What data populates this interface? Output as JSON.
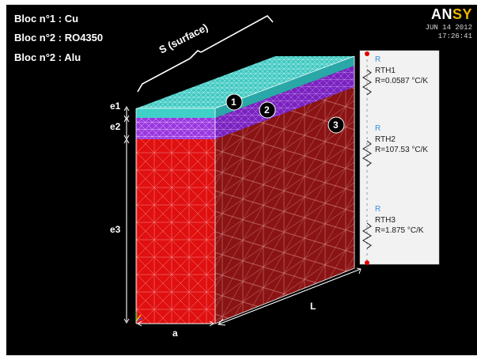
{
  "legend": {
    "line1": "Bloc n°1 : Cu",
    "line2": "Bloc n°2 : RO4350",
    "line3": "Bloc n°2 : Alu"
  },
  "header": {
    "brand_main": "AN",
    "brand_accent": "SY",
    "date": "JUN 14 2012",
    "time": "17:26:41"
  },
  "dimensions": {
    "surface": "S (surface)",
    "e1": "e1",
    "e2": "e2",
    "e3": "e3",
    "a": "a",
    "L": "L"
  },
  "blocks": [
    {
      "number": "1",
      "color": "#3fd0c8"
    },
    {
      "number": "2",
      "color": "#9a38e0"
    },
    {
      "number": "3",
      "color": "#e01010"
    }
  ],
  "resistors": [
    {
      "r": "R",
      "name": "RTH1",
      "value": "R=0.0587 °C/K"
    },
    {
      "r": "R",
      "name": "RTH2",
      "value": "R=107.53 °C/K"
    },
    {
      "r": "R",
      "name": "RTH3",
      "value": "R=1.875 °C/K"
    }
  ],
  "colors": {
    "background": "#000000",
    "copper": "#3fd0c8",
    "ro4350": "#9a38e0",
    "alu": "#e01010",
    "alu_side": "#8a1414",
    "resistor_panel": "#f2f2f2",
    "node": "#e00000"
  }
}
